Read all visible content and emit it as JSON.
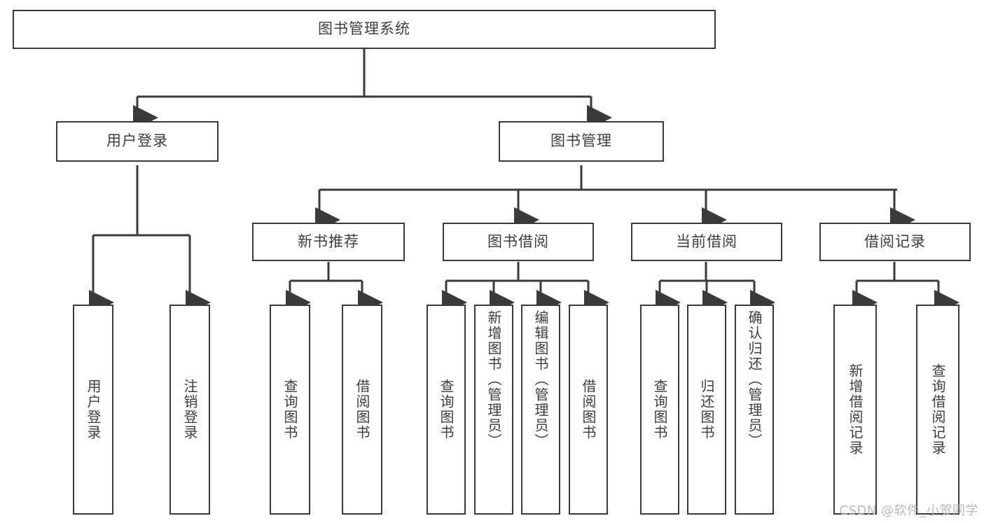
{
  "diagram": {
    "title": "图书管理系统",
    "type": "functional-structure-tree",
    "line_color": "#3a3a3a",
    "box_fill": "#ffffff",
    "text_color": "#3d3d3d"
  },
  "root": {
    "label": "图书管理系统"
  },
  "level2": [
    {
      "label": "用户登录"
    },
    {
      "label": "图书管理"
    }
  ],
  "level3": [
    {
      "label": "新书推荐"
    },
    {
      "label": "图书借阅"
    },
    {
      "label": "当前借阅"
    },
    {
      "label": "借阅记录"
    }
  ],
  "leaves": {
    "user_login": [
      {
        "label": "用户登录"
      },
      {
        "label": "注销登录"
      }
    ],
    "new_book_recommend": [
      {
        "label": "查询图书"
      },
      {
        "label": "借阅图书"
      }
    ],
    "book_borrow": [
      {
        "label": "查询图书"
      },
      {
        "label": "新增图书（管理员）"
      },
      {
        "label": "编辑图书（管理员）"
      },
      {
        "label": "借阅图书"
      }
    ],
    "current_borrow": [
      {
        "label": "查询图书"
      },
      {
        "label": "归还图书"
      },
      {
        "label": "确认归还（管理员）"
      }
    ],
    "borrow_record": [
      {
        "label": "新增借阅记录"
      },
      {
        "label": "查询借阅记录"
      }
    ]
  },
  "watermark": {
    "text": "CSDN @软件_小贺同学"
  }
}
